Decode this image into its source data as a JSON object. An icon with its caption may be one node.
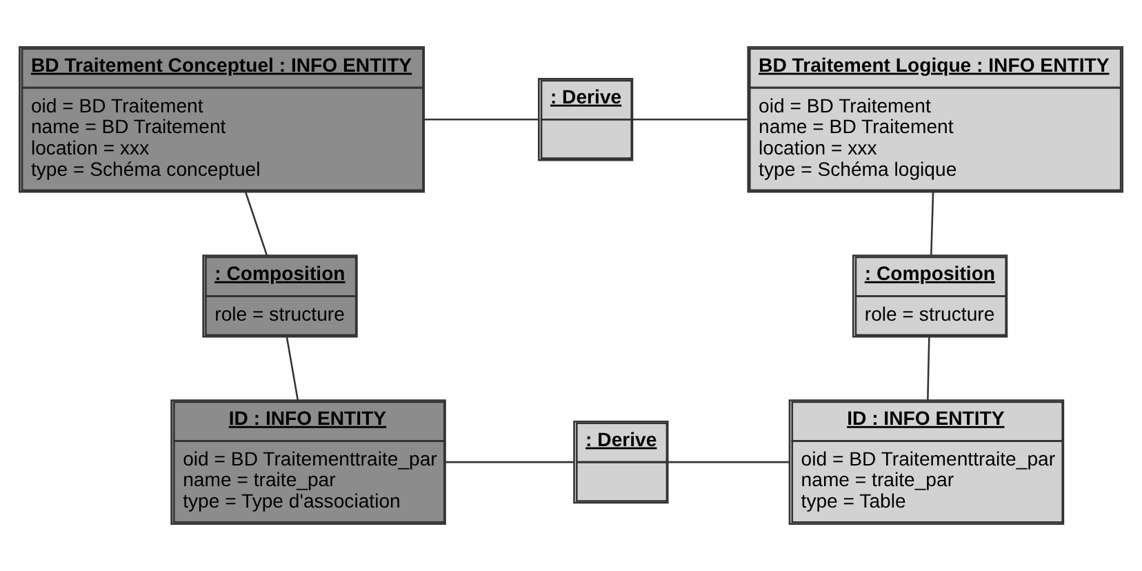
{
  "diagram": {
    "nodes": [
      {
        "text": [
          "BD Traitement Conceptuel : INFO ENTITY",
          "oid = BD Traitement",
          "name = BD Traitement",
          "location = xxx",
          "type = Schéma conceptuel"
        ]
      },
      {
        "text": [
          ": Derive"
        ]
      },
      {
        "text": [
          "BD Traitement Logique : INFO ENTITY",
          "oid = BD Traitement",
          "name = BD Traitement",
          "location = xxx",
          "type = Schéma logique"
        ]
      },
      {
        "text": [
          ": Composition",
          "role = structure"
        ]
      },
      {
        "text": [
          ": Composition",
          "role = structure"
        ]
      },
      {
        "text": [
          "ID : INFO ENTITY",
          "oid = BD Traitementtraite_par",
          "name = traite_par",
          "type = Type d'association"
        ]
      },
      {
        "text": [
          ": Derive"
        ]
      },
      {
        "text": [
          "ID : INFO ENTITY",
          "oid = BD Traitementtraite_par",
          "name = traite_par",
          "type = Table"
        ]
      }
    ],
    "edges": [
      {
        "from": 0,
        "to": 1,
        "arrow": "none"
      },
      {
        "from": 1,
        "to": 2,
        "arrow": "none"
      },
      {
        "from": 0,
        "to": 3,
        "arrow": "none"
      },
      {
        "from": 3,
        "to": 5,
        "arrow": "none"
      },
      {
        "from": 2,
        "to": 4,
        "arrow": "none"
      },
      {
        "from": 4,
        "to": 7,
        "arrow": "none"
      },
      {
        "from": 5,
        "to": 6,
        "arrow": "none"
      },
      {
        "from": 6,
        "to": 7,
        "arrow": "none"
      }
    ]
  }
}
